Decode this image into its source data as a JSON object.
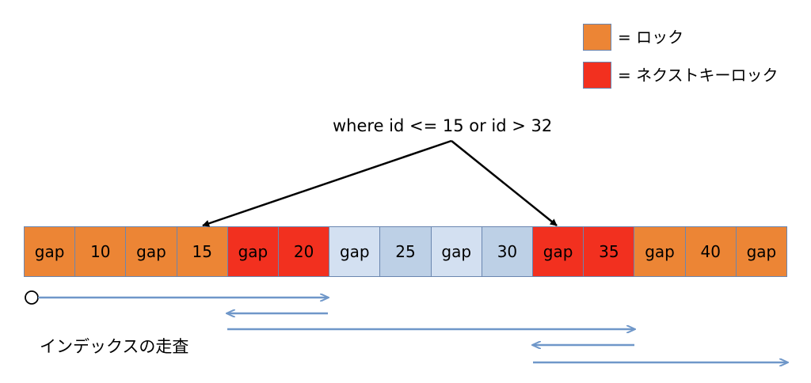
{
  "legend": {
    "items": [
      {
        "label": "= ロック",
        "color": "#ec8535"
      },
      {
        "label": "= ネクストキーロック",
        "color": "#f2301f"
      }
    ]
  },
  "query": {
    "text": "where id <= 15 or id > 32"
  },
  "index": {
    "cells": [
      {
        "label": "gap",
        "color": "#ec8535"
      },
      {
        "label": "10",
        "color": "#ec8535"
      },
      {
        "label": "gap",
        "color": "#ec8535"
      },
      {
        "label": "15",
        "color": "#ec8535"
      },
      {
        "label": "gap",
        "color": "#f2301f"
      },
      {
        "label": "20",
        "color": "#f2301f"
      },
      {
        "label": "gap",
        "color": "#d3e0f1"
      },
      {
        "label": "25",
        "color": "#bdd0e6"
      },
      {
        "label": "gap",
        "color": "#d3e0f1"
      },
      {
        "label": "30",
        "color": "#bdd0e6"
      },
      {
        "label": "gap",
        "color": "#f2301f"
      },
      {
        "label": "35",
        "color": "#f2301f"
      },
      {
        "label": "gap",
        "color": "#ec8535"
      },
      {
        "label": "40",
        "color": "#ec8535"
      },
      {
        "label": "gap",
        "color": "#ec8535"
      }
    ]
  },
  "scan": {
    "caption": "インデックスの走査"
  },
  "colors": {
    "scan_arrow": "#6f97c9",
    "query_arrow": "#000000",
    "cell_border": "#6a86b0"
  }
}
